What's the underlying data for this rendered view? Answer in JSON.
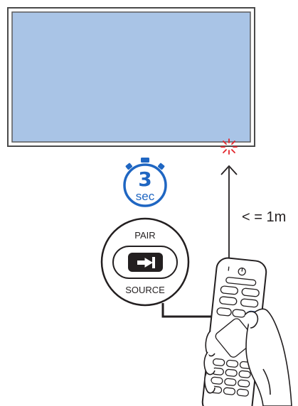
{
  "timer": {
    "value": "3",
    "unit": "sec"
  },
  "button": {
    "top_label": "PAIR",
    "bottom_label": "SOURCE"
  },
  "distance": {
    "label": "< = 1m"
  },
  "colors": {
    "tv_screen": "#a9c4e6",
    "tv_bezel": "#4a4a4a",
    "timer_blue": "#1f66c2",
    "sensor_red": "#e2232a",
    "remote_highlight": "#2f6fcf",
    "line": "#231f20"
  }
}
